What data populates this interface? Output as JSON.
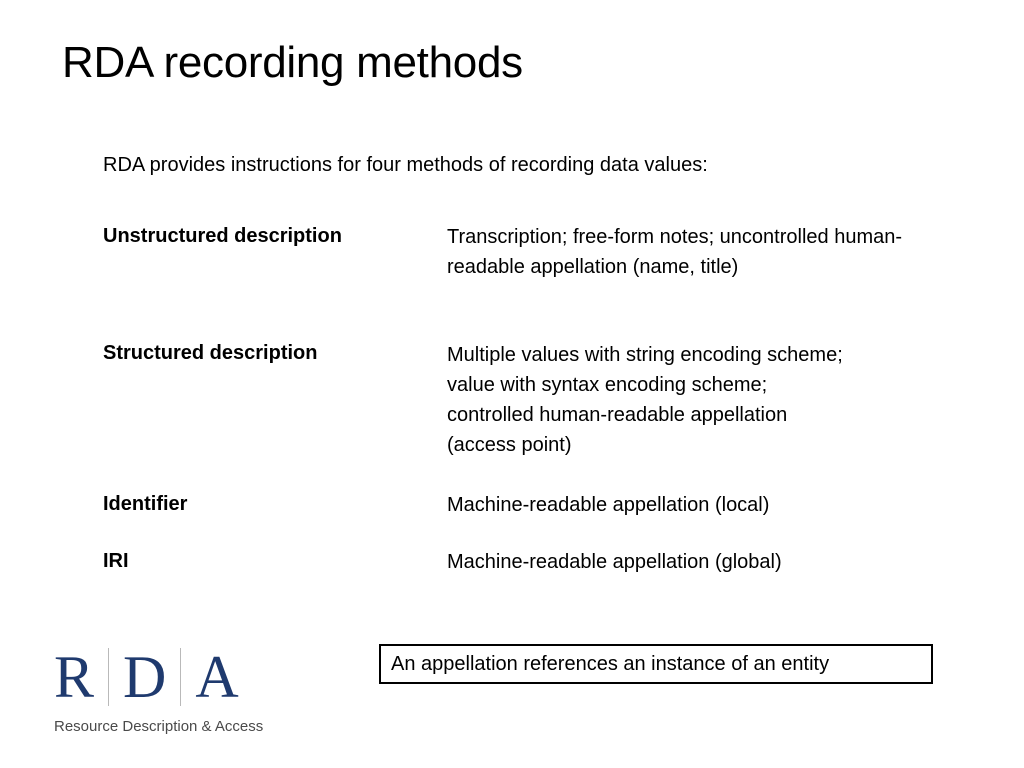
{
  "slide": {
    "title": "RDA recording methods",
    "intro": "RDA provides instructions for four methods of recording data values:"
  },
  "methods": [
    {
      "term": "Unstructured description",
      "definition": "Transcription; free-form notes; uncontrolled human-readable appellation (name, title)"
    },
    {
      "term": "Structured description",
      "definition": "Multiple values with string encoding scheme; value with syntax encoding scheme; controlled human-readable appellation (access point)"
    },
    {
      "term": "Identifier",
      "definition": "Machine-readable appellation (local)"
    },
    {
      "term": "IRI",
      "definition": "Machine-readable appellation (global)"
    }
  ],
  "note": "An appellation references an instance of an entity",
  "logo": {
    "letters": [
      "R",
      "D",
      "A"
    ],
    "tagline": "Resource Description & Access",
    "color": "#1f3a6e"
  }
}
